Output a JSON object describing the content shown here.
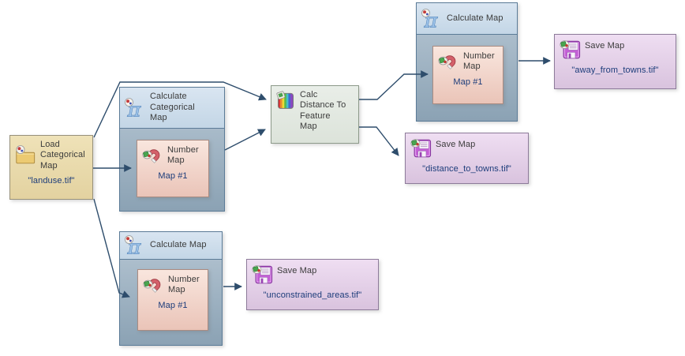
{
  "nodes": {
    "load": {
      "title": "Load Categorical Map",
      "filename": "\"landuse.tif\""
    },
    "calcCategorical": {
      "title": "Calculate Categorical Map",
      "inner": {
        "title": "Number Map",
        "port": "Map #1"
      }
    },
    "calcDistance": {
      "title": "Calc Distance To Feature Map"
    },
    "calcMapTop": {
      "title": "Calculate Map",
      "inner": {
        "title": "Number Map",
        "port": "Map #1"
      }
    },
    "saveAway": {
      "title": "Save Map",
      "filename": "\"away_from_towns.tif\""
    },
    "saveDistance": {
      "title": "Save Map",
      "filename": "\"distance_to_towns.tif\""
    },
    "calcMapBottom": {
      "title": "Calculate Map",
      "inner": {
        "title": "Number Map",
        "port": "Map #1"
      }
    },
    "saveUnconstrained": {
      "title": "Save Map",
      "filename": "\"unconstrained_areas.tif\""
    }
  },
  "icons": {
    "load": "folder-map-icon",
    "calculate": "pi-functor-icon",
    "number_map": "magnet-map-icon",
    "distance": "rainbow-map-icon",
    "save": "floppy-map-icon"
  },
  "colors": {
    "arrow": "#2e4d6c",
    "container_header": "#cfdfee",
    "container_body": "#9db1c1",
    "number_map_box": "#f3d4c9",
    "load_node": "#e9dcae",
    "save_node": "#e4cfe7",
    "distance_node": "#e5eae4",
    "title_text": "#3b3b3b",
    "value_text": "#1c3c7a"
  }
}
